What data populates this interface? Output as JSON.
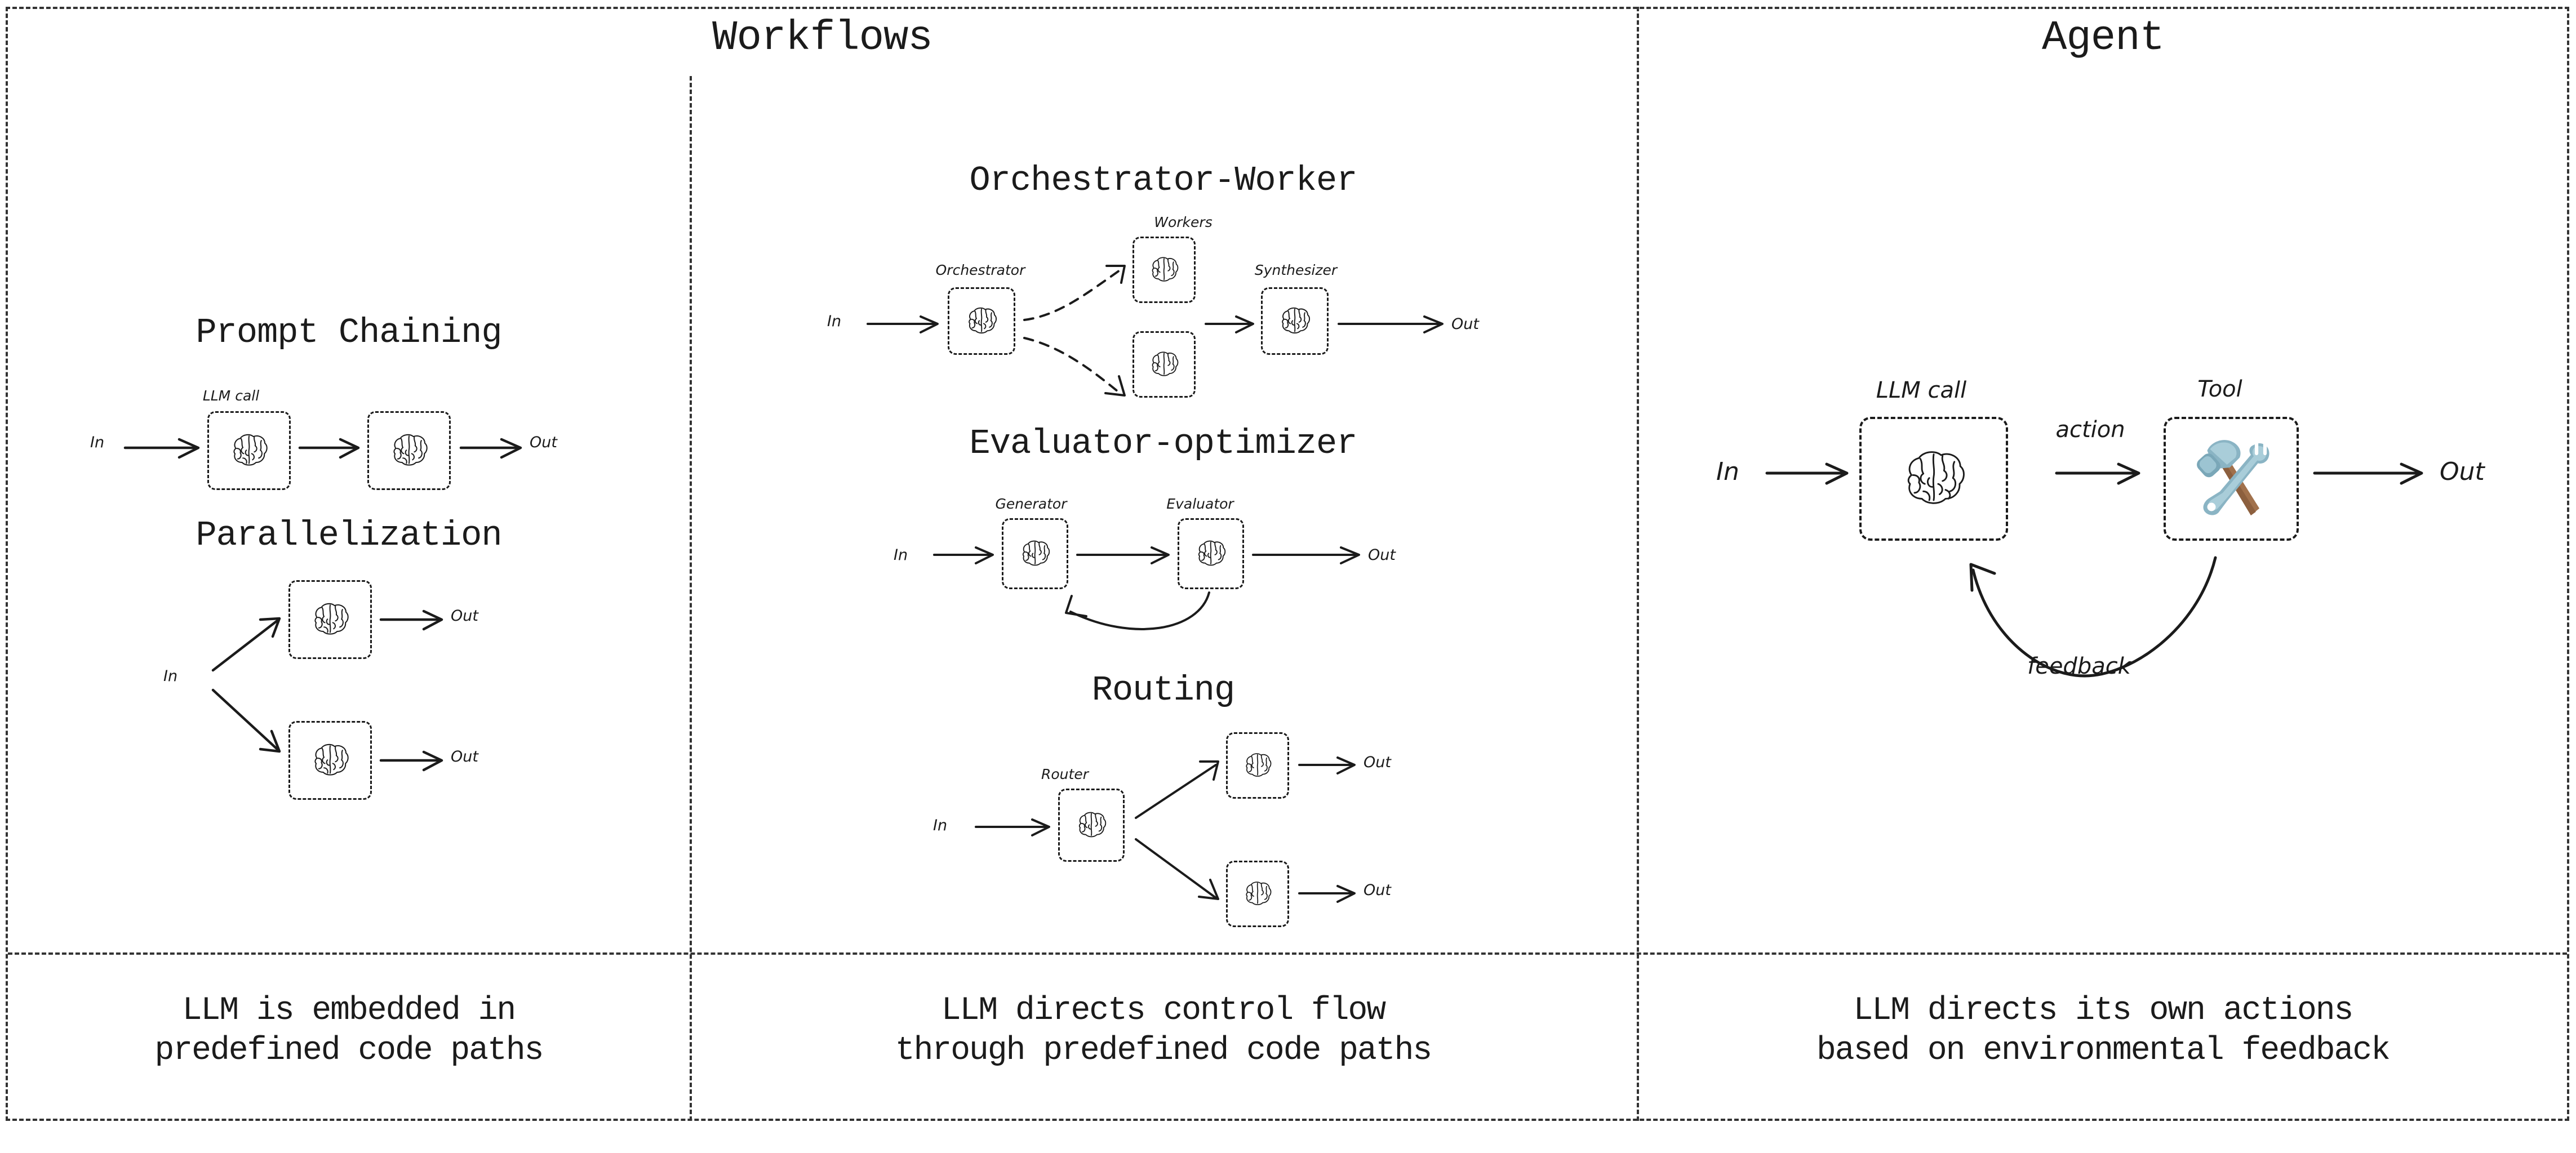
{
  "figure": {
    "columns": [
      {
        "header": "Workflows",
        "caption_lines": [
          "LLM is embedded in",
          "predefined code paths"
        ]
      },
      {
        "header": "",
        "caption_lines": [
          "LLM directs control flow",
          "through predefined code paths"
        ]
      },
      {
        "header": "Agent",
        "caption_lines": [
          "LLM directs its own actions",
          "based on environmental feedback"
        ]
      }
    ],
    "headers": {
      "workflows": "Workflows",
      "agent": "Agent"
    },
    "sections": [
      {
        "id": "prompt-chaining",
        "title": "Prompt Chaining",
        "column": 1,
        "nodes": [
          {
            "label": "LLM call",
            "icon": "brain-icon"
          },
          {
            "label": "",
            "icon": "brain-icon"
          }
        ],
        "in_label": "In",
        "out_labels": [
          "Out"
        ]
      },
      {
        "id": "parallelization",
        "title": "Parallelization",
        "column": 1,
        "nodes": [
          {
            "label": "",
            "icon": "brain-icon"
          },
          {
            "label": "",
            "icon": "brain-icon"
          }
        ],
        "in_label": "In",
        "out_labels": [
          "Out",
          "Out"
        ]
      },
      {
        "id": "orchestrator-worker",
        "title": "Orchestrator-Worker",
        "column": 2,
        "group_label": "Workers",
        "nodes": [
          {
            "label": "Orchestrator",
            "icon": "brain-icon"
          },
          {
            "label": "",
            "icon": "brain-icon"
          },
          {
            "label": "",
            "icon": "brain-icon"
          },
          {
            "label": "Synthesizer",
            "icon": "brain-icon"
          }
        ],
        "in_label": "In",
        "out_labels": [
          "Out"
        ]
      },
      {
        "id": "evaluator-optimizer",
        "title": "Evaluator-optimizer",
        "column": 2,
        "nodes": [
          {
            "label": "Generator",
            "icon": "brain-icon"
          },
          {
            "label": "Evaluator",
            "icon": "brain-icon"
          }
        ],
        "in_label": "In",
        "out_labels": [
          "Out"
        ],
        "has_feedback_loop": true
      },
      {
        "id": "routing",
        "title": "Routing",
        "column": 2,
        "nodes": [
          {
            "label": "Router",
            "icon": "brain-icon"
          },
          {
            "label": "",
            "icon": "brain-icon"
          },
          {
            "label": "",
            "icon": "brain-icon"
          }
        ],
        "in_label": "In",
        "out_labels": [
          "Out",
          "Out"
        ]
      },
      {
        "id": "agent",
        "title": "",
        "column": 3,
        "nodes": [
          {
            "label": "LLM call",
            "icon": "brain-icon"
          },
          {
            "label": "Tool",
            "icon": "hammer-and-wrench-icon"
          }
        ],
        "in_label": "In",
        "out_labels": [
          "Out"
        ],
        "edge_labels": [
          "action",
          "feedback"
        ],
        "has_feedback_loop": true
      }
    ],
    "labels": {
      "in": "In",
      "out": "Out",
      "llm_call": "LLM call",
      "workers": "Workers",
      "orchestrator": "Orchestrator",
      "synthesizer": "Synthesizer",
      "generator": "Generator",
      "evaluator": "Evaluator",
      "router": "Router",
      "tool": "Tool",
      "action": "action",
      "feedback": "feedback"
    },
    "titles": {
      "prompt_chaining": "Prompt Chaining",
      "parallelization": "Parallelization",
      "orchestrator_worker": "Orchestrator-Worker",
      "evaluator_optimizer": "Evaluator-optimizer",
      "routing": "Routing"
    },
    "captions": {
      "col1_line1": "LLM is embedded in",
      "col1_line2": "predefined code paths",
      "col2_line1": "LLM directs control flow",
      "col2_line2": "through predefined code paths",
      "col3_line1": "LLM directs its own actions",
      "col3_line2": "based on environmental feedback"
    },
    "colors": {
      "stroke": "#1b1b1b",
      "background": "#ffffff",
      "tool_metal": "#8ab4c4",
      "tool_metal_light": "#a9cdd9",
      "tool_handle": "#a1714c"
    }
  }
}
